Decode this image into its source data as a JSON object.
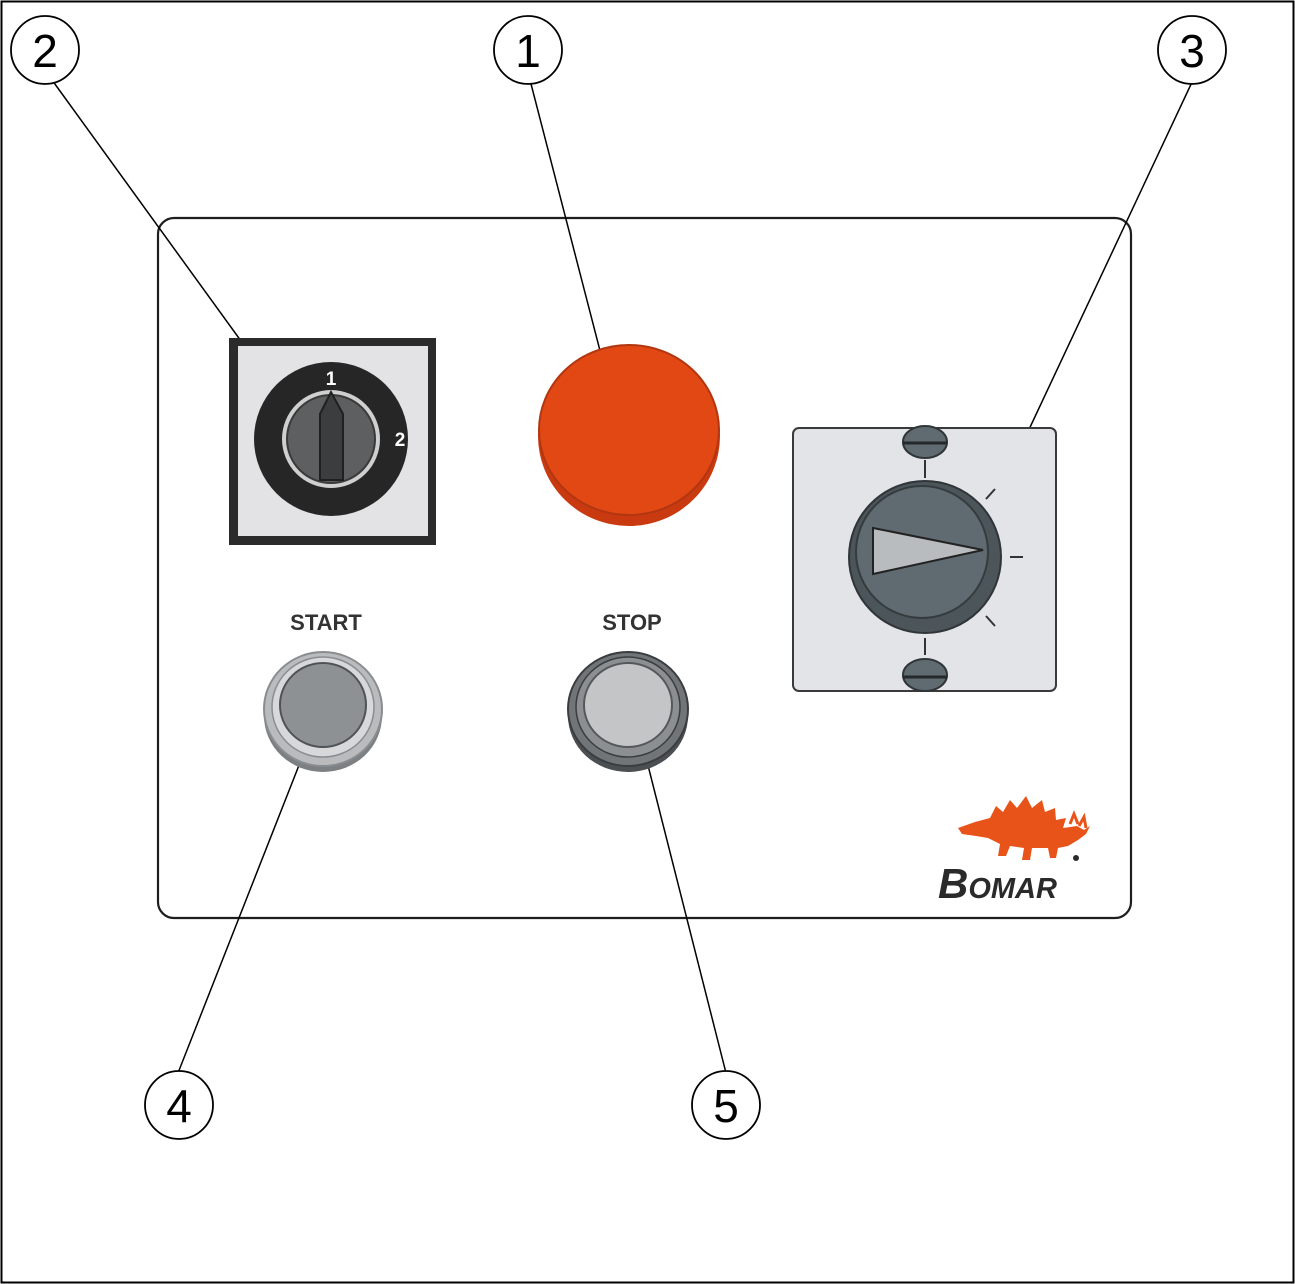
{
  "callouts": [
    {
      "id": "1",
      "label": "1"
    },
    {
      "id": "2",
      "label": "2"
    },
    {
      "id": "3",
      "label": "3"
    },
    {
      "id": "4",
      "label": "4"
    },
    {
      "id": "5",
      "label": "5"
    }
  ],
  "selector_switch": {
    "position_1": "1",
    "position_2": "2"
  },
  "buttons": {
    "start_label": "START",
    "stop_label": "STOP"
  },
  "logo": {
    "first_letter": "B",
    "rest": "OMAR"
  },
  "colors": {
    "emergency_stop": "#e14813",
    "logo_orange": "#e8531a",
    "panel_border": "#222222",
    "plate_gray": "#e2e3e6",
    "knob_dark": "#5f6b70"
  }
}
